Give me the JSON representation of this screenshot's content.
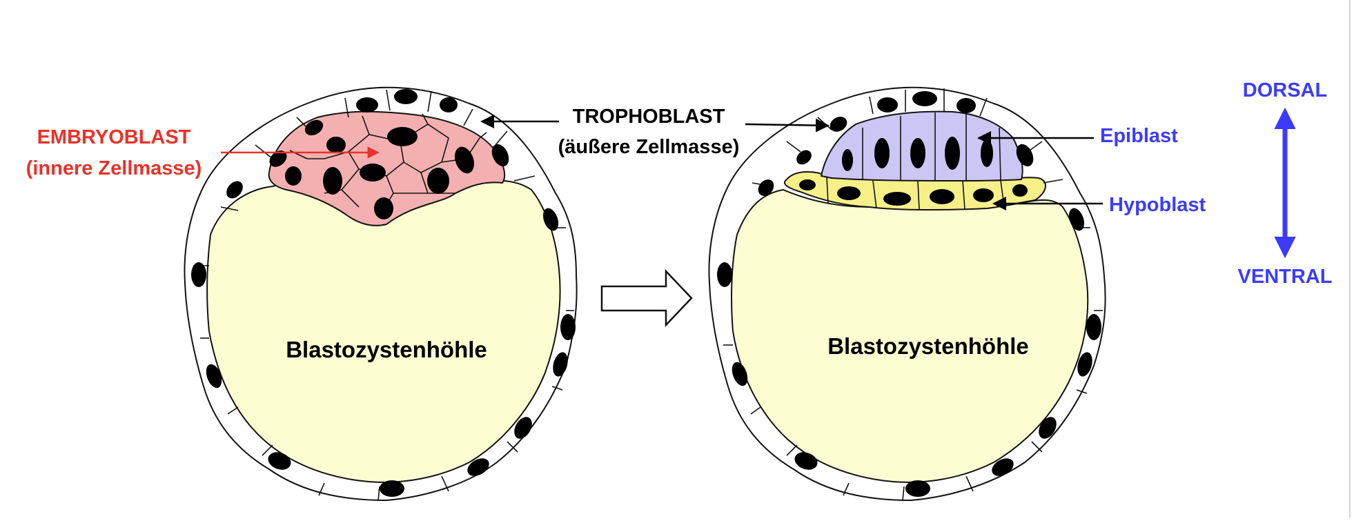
{
  "labels": {
    "embryoblast_line1": "EMBRYOBLAST",
    "embryoblast_line2": "(innere Zellmasse)",
    "trophoblast_line1": "TROPHOBLAST",
    "trophoblast_line2": "(äußere Zellmasse)",
    "cavity_left": "Blastozystenhöhle",
    "cavity_right": "Blastozystenhöhle",
    "epiblast": "Epiblast",
    "hypoblast": "Hypoblast",
    "dorsal": "DORSAL",
    "ventral": "VENTRAL"
  },
  "colors": {
    "embryoblast_label": "#e8322a",
    "axis_label": "#3b3bff",
    "cavity_fill": "#fdfdd2",
    "embryoblast_fill": "#f4b0b0",
    "epiblast_fill": "#ccc6f5",
    "hypoblast_fill": "#f7f089",
    "outline": "#111111",
    "nucleus": "#000000"
  }
}
